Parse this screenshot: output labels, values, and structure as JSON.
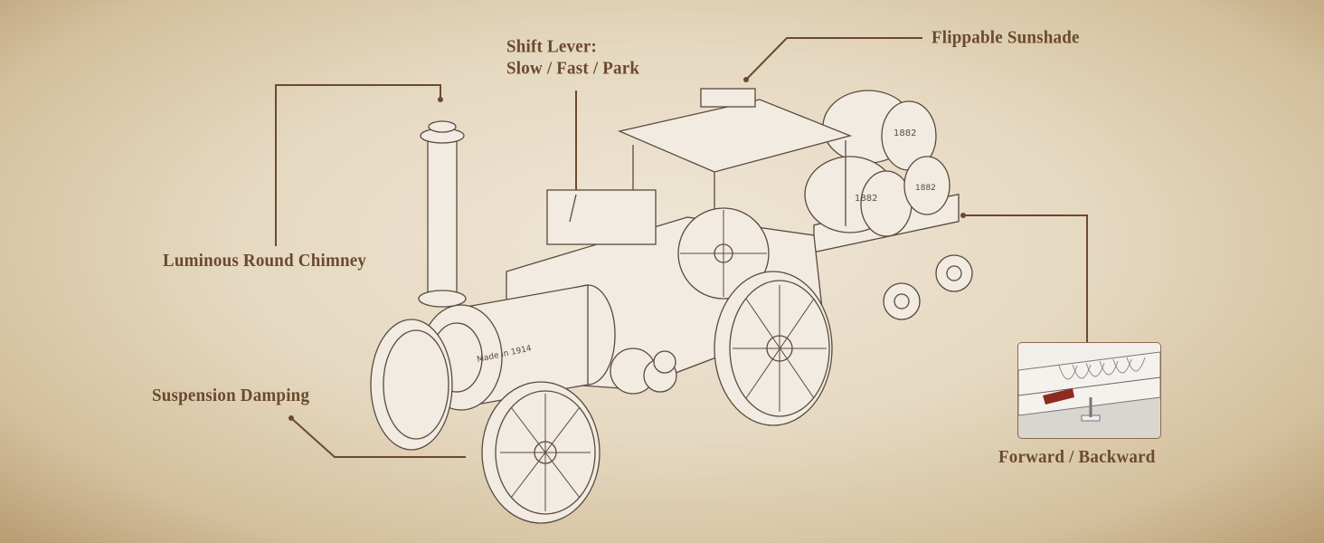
{
  "labels": {
    "chimney": "Luminous Round Chimney",
    "shift_lever_line1": "Shift Lever:",
    "shift_lever_line2": "Slow / Fast / Park",
    "sunshade": "Flippable Sunshade",
    "suspension": "Suspension Damping",
    "direction": "Forward / Backward"
  },
  "illustration": {
    "boiler_text": "Made in 1914",
    "barrel_text": "1882"
  },
  "colors": {
    "label_text": "#6b4a2e",
    "leader_line": "#6b4a2e",
    "lever_highlight": "#8e2a1e"
  }
}
